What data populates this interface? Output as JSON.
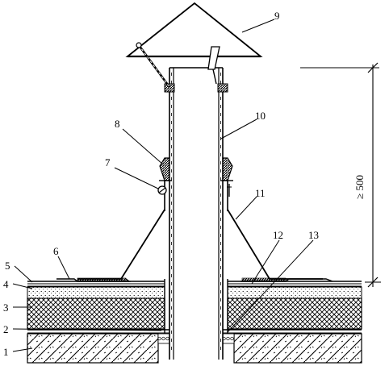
{
  "labels": {
    "l1": "1",
    "l2": "2",
    "l3": "3",
    "l4": "4",
    "l5": "5",
    "l6": "6",
    "l7": "7",
    "l8": "8",
    "l9": "9",
    "l10": "10",
    "l11": "11",
    "l12": "12",
    "l13": "13"
  },
  "dimension": {
    "text": "≥ 500"
  }
}
